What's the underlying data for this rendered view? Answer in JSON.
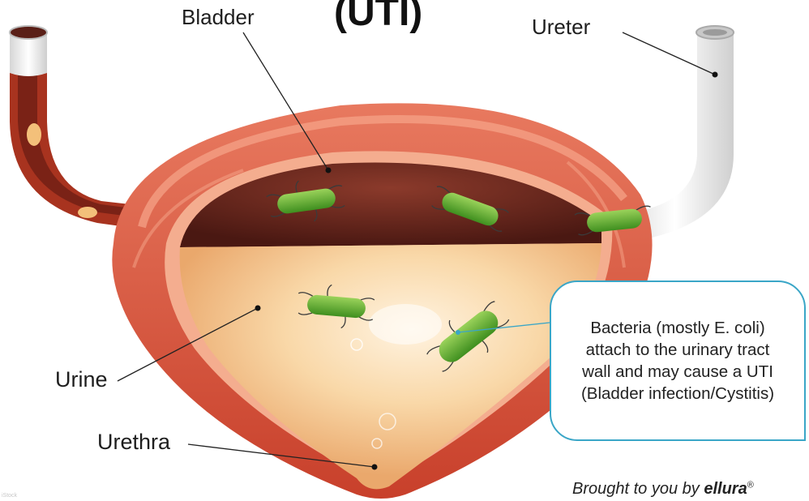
{
  "title": "(UTI)",
  "labels": {
    "bladder": "Bladder",
    "ureter": "Ureter",
    "urine": "Urine",
    "urethra": "Urethra"
  },
  "callout": {
    "lines": [
      "Bacteria (mostly E. coli)",
      "attach to the urinary tract",
      "wall and may cause a UTI",
      "(Bladder infection/Cystitis)"
    ]
  },
  "credit": {
    "prefix": "Brought to you by",
    "brand": "ellura",
    "mark": "®"
  },
  "watermark": "iStock",
  "colors": {
    "muscle": "#d9553a",
    "lumen_dark": "#5a1f17",
    "urine": "#f6c88e",
    "bacteria": "#5bb52e",
    "callout_border": "#3aa6c7",
    "ureter_white": "#ececec"
  },
  "icons": [
    "e-coli-bacterium-icon"
  ]
}
